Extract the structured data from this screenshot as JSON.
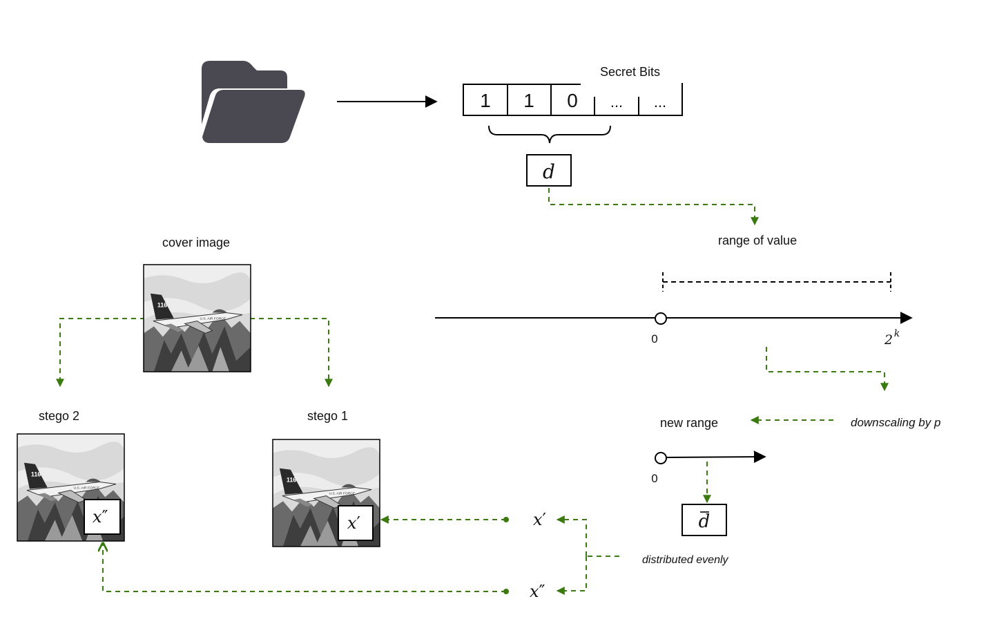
{
  "secret_bits": {
    "title": "Secret Bits",
    "cells": [
      "1",
      "1",
      "0",
      "...",
      "..."
    ]
  },
  "d_label": "d",
  "cover_image_label": "cover image",
  "stego1_label": "stego 1",
  "stego2_label": "stego 2",
  "range_of_value_label": "range of value",
  "axis": {
    "start": "0",
    "end_base": "2",
    "end_exp": "k"
  },
  "new_range_label": "new range",
  "new_range_axis_start": "0",
  "downscaling_label": "downscaling by p",
  "d_bar_label": "d",
  "distributed_label": "distributed evenly",
  "x_prime": "x",
  "x_prime_mark": "′",
  "x_dprime": "x",
  "x_dprime_mark": "″",
  "colors": {
    "arrow_green": "#3a7a10",
    "folder": "#4a4850",
    "black": "#000000"
  },
  "icons": [
    "folder-icon"
  ]
}
